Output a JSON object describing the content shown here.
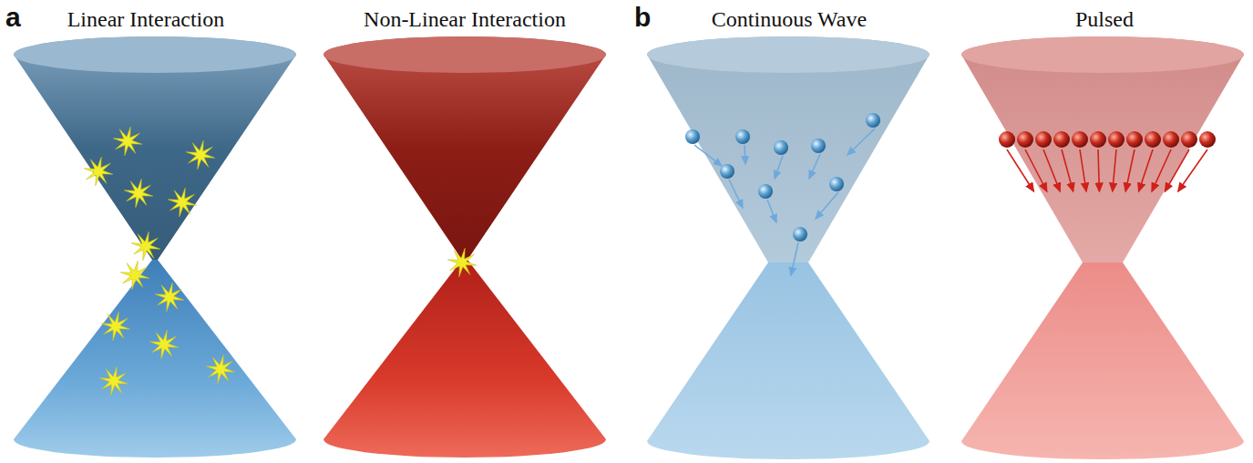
{
  "diagram": {
    "labels": [
      "a",
      "Linear Interaction",
      "Non-Linear Interaction",
      "b",
      "Continuous Wave",
      "Pulsed"
    ]
  }
}
